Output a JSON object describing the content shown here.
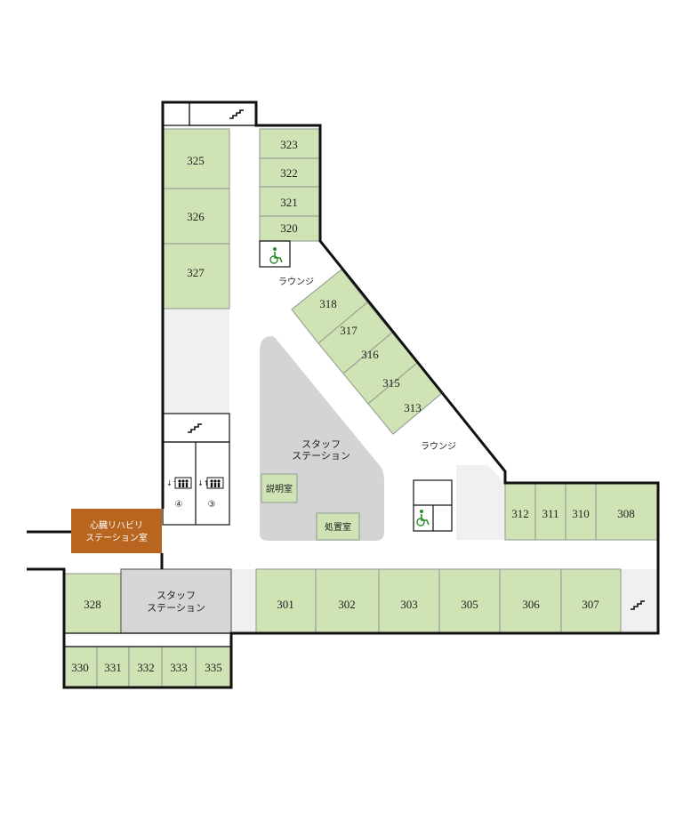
{
  "rooms": {
    "r325": "325",
    "r326": "326",
    "r327": "327",
    "r323": "323",
    "r322": "322",
    "r321": "321",
    "r320": "320",
    "r318": "318",
    "r317": "317",
    "r316": "316",
    "r315": "315",
    "r313": "313",
    "r312": "312",
    "r311": "311",
    "r310": "310",
    "r308": "308",
    "r301": "301",
    "r302": "302",
    "r303": "303",
    "r305": "305",
    "r306": "306",
    "r307": "307",
    "r328": "328",
    "r330": "330",
    "r331": "331",
    "r332": "332",
    "r333": "333",
    "r335": "335"
  },
  "labels": {
    "lounge_upper": "ラウンジ",
    "lounge_lower": "ラウンジ",
    "staff_center_1": "スタッフ",
    "staff_center_2": "ステーション",
    "staff_lower_1": "スタッフ",
    "staff_lower_2": "ステーション",
    "explanation_room": "説明室",
    "treatment_room": "処置室",
    "cardiac_rehab_1": "心臓リハビリ",
    "cardiac_rehab_2": "ステーション室",
    "elevator_4": "④",
    "elevator_3": "③"
  },
  "colors": {
    "patient_room": "#cfe3b4",
    "staff_station": "#d6d6d6",
    "cardiac_rehab": "#b8651f",
    "accessible_icon": "#2e8b2e",
    "wall": "#111111"
  },
  "icons": [
    "stairs-icon",
    "elevator-icon",
    "wheelchair-icon"
  ]
}
